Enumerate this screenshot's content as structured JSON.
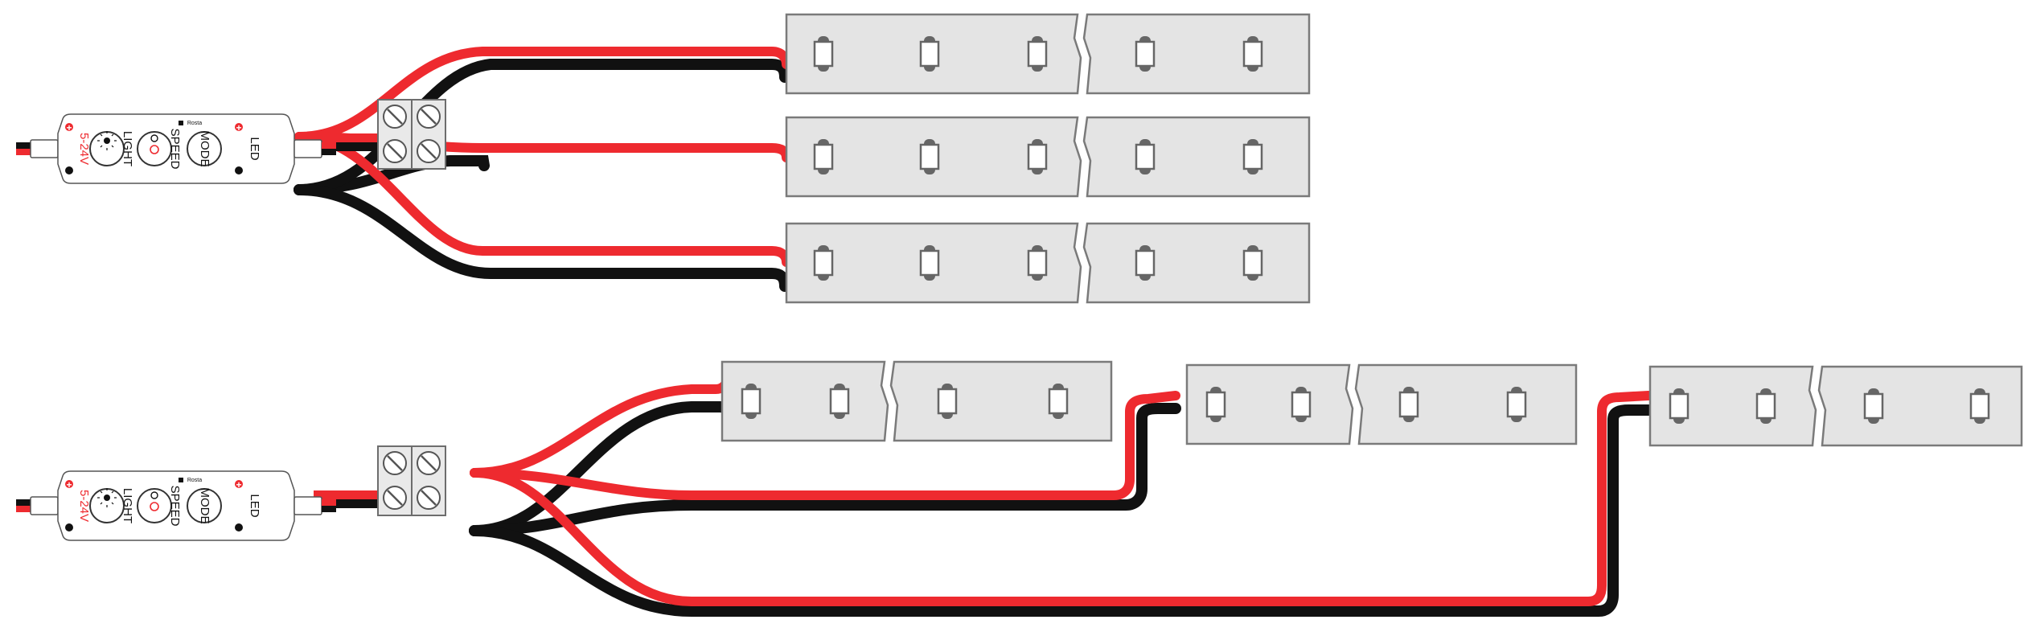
{
  "controller": {
    "labels": {
      "plus_sign": "+",
      "voltage": "5-24V",
      "light": "LIGHT",
      "speed": "SPEED",
      "mode": "MODE",
      "led": "LED",
      "brand": "Rosta"
    }
  },
  "colors": {
    "wire_positive": "#ee2a2f",
    "wire_negative": "#111111",
    "strip_fill": "#e4e4e4",
    "strip_border": "#7a7a7a",
    "led_shadow": "#666666",
    "terminal_fill": "#e9e9e9"
  },
  "diagrams": [
    {
      "name": "parallel-wiring",
      "strip_count": 3,
      "connection": "parallel"
    },
    {
      "name": "chained-wiring",
      "strip_count": 3,
      "connection": "separate feeds"
    }
  ]
}
